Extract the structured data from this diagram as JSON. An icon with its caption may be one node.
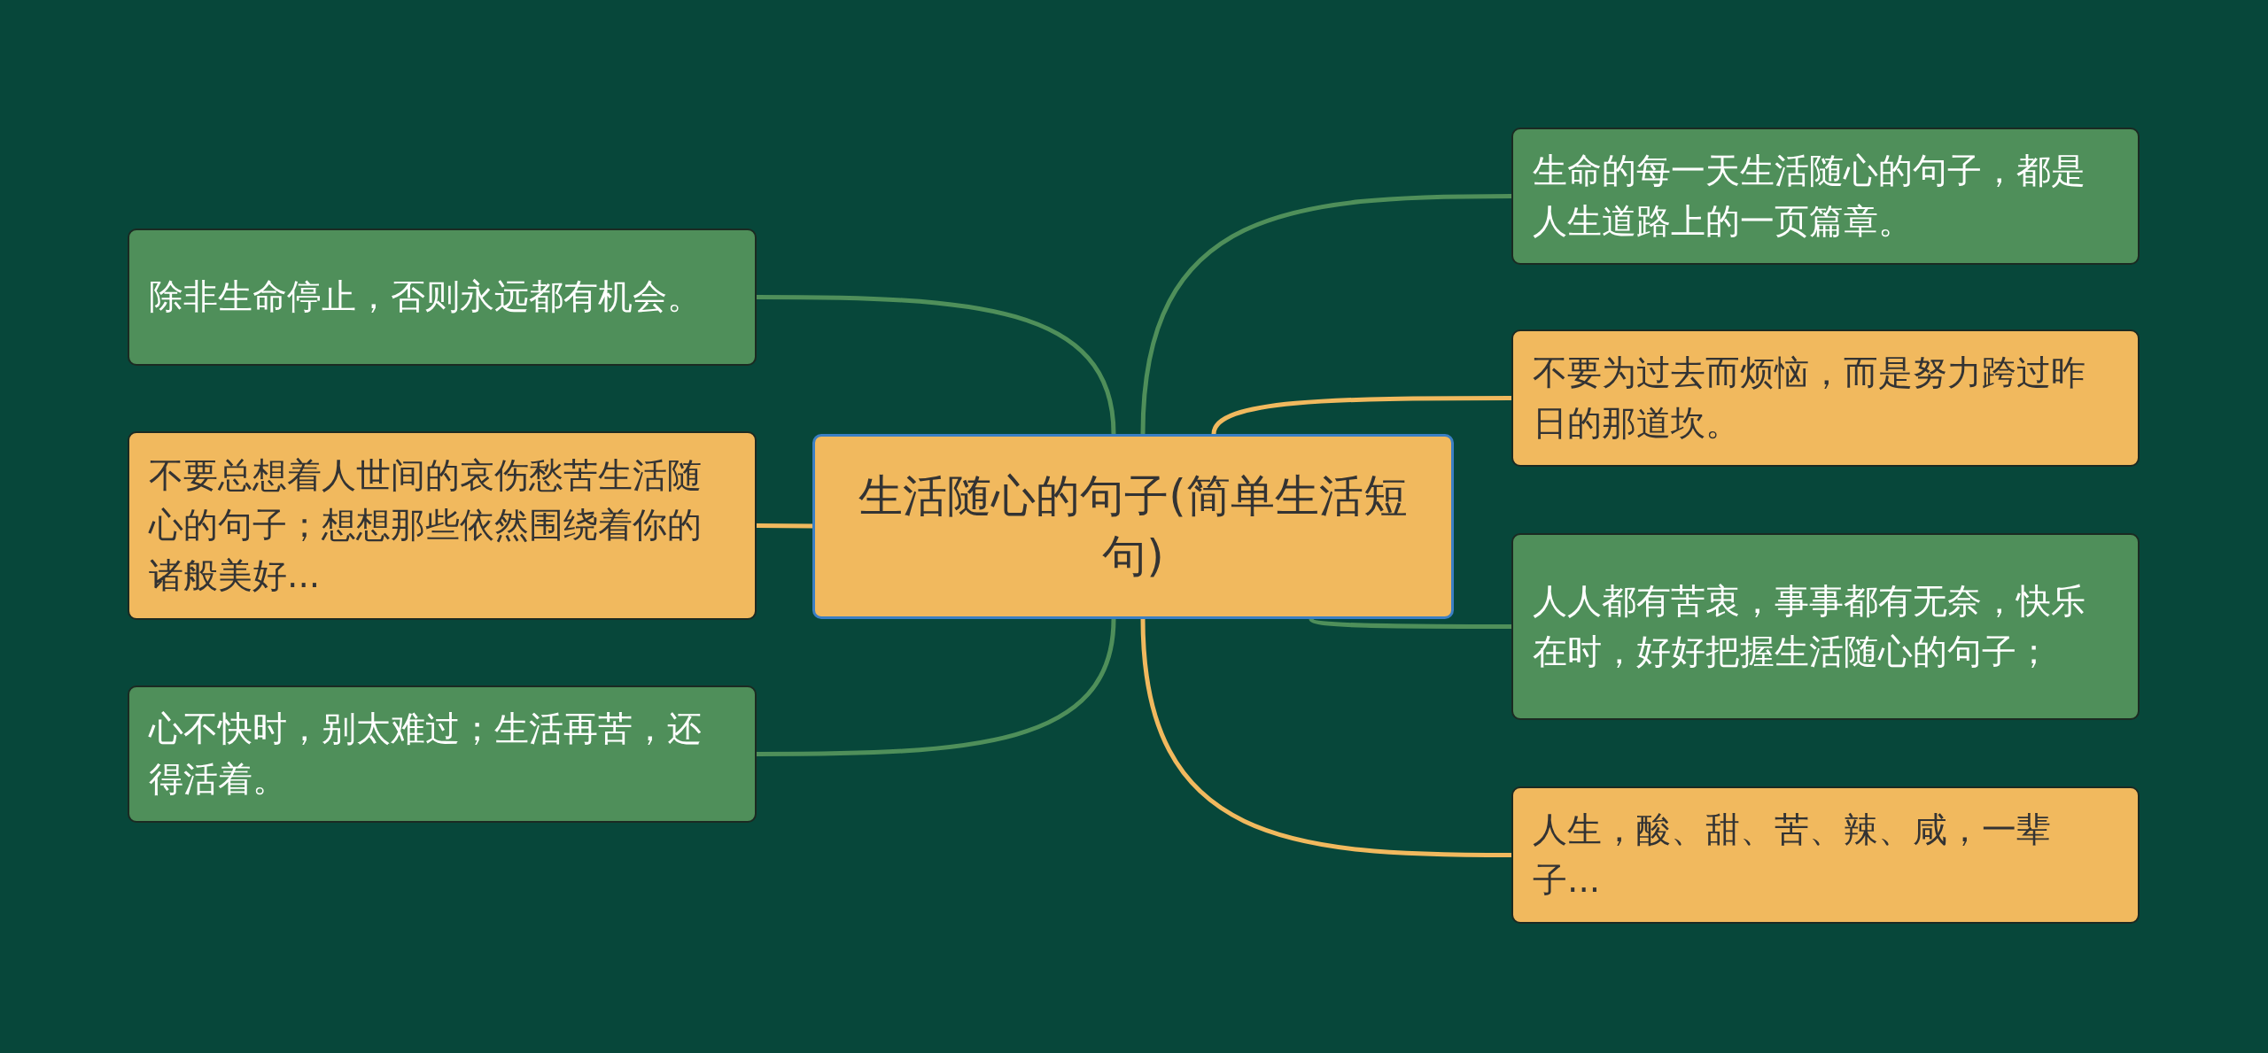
{
  "diagram": {
    "nodes": [
      {
        "text": [
          "生活随心的句子(简单生活短句)"
        ]
      },
      {
        "text": [
          "除非生命停止，否则永远都有机会。"
        ]
      },
      {
        "text": [
          "不要总想着人世间的哀伤愁苦生活随心的句子；想想那些依然围绕着你的诸般美好..."
        ]
      },
      {
        "text": [
          "心不快时，别太难过；生活再苦，还得活着。"
        ]
      },
      {
        "text": [
          "生命的每一天生活随心的句子，都是人生道路上的一页篇章。"
        ]
      },
      {
        "text": [
          "不要为过去而烦恼，而是努力跨过昨日的那道坎。"
        ]
      },
      {
        "text": [
          "人人都有苦衷，事事都有无奈，快乐在时，好好把握生活随心的句子；"
        ]
      },
      {
        "text": [
          "人生，酸、甜、苦、辣、咸，一辈子..."
        ]
      }
    ],
    "edges": [
      {
        "from": 0,
        "to": 1,
        "arrow": "none"
      },
      {
        "from": 0,
        "to": 2,
        "arrow": "none",
        "color": "#f1b95e"
      },
      {
        "from": 0,
        "to": 3,
        "arrow": "none"
      },
      {
        "from": 0,
        "to": 4,
        "arrow": "none"
      },
      {
        "from": 0,
        "to": 5,
        "arrow": "none",
        "color": "#f1b95e"
      },
      {
        "from": 0,
        "to": 6,
        "arrow": "none"
      },
      {
        "from": 0,
        "to": 7,
        "arrow": "none",
        "color": "#f1b95e"
      }
    ]
  }
}
